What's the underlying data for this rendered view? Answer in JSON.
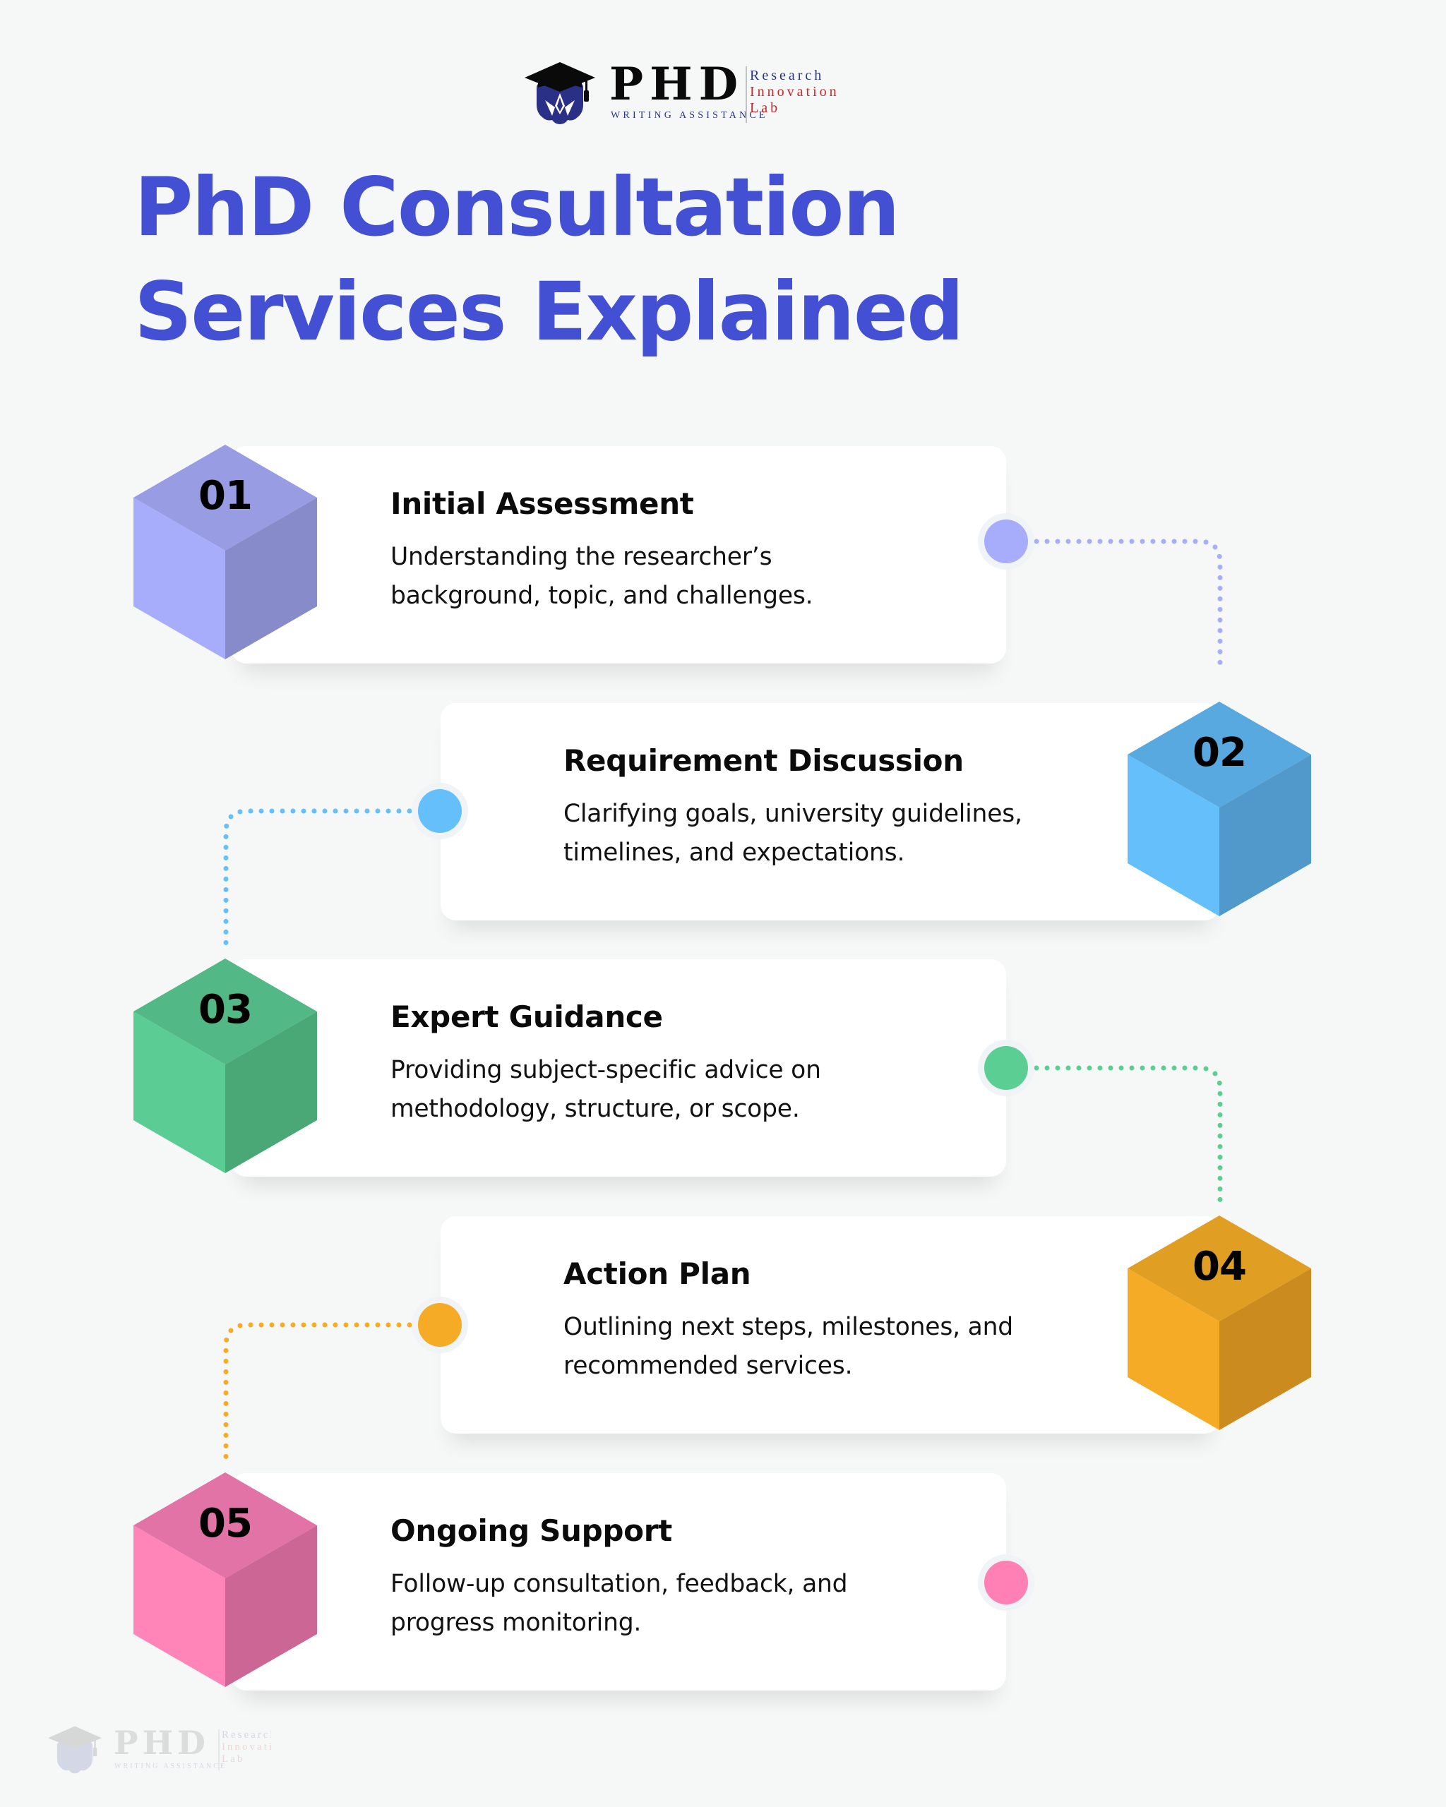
{
  "logo": {
    "brand": "PHD",
    "tagline": "WRITING ASSISTANCE",
    "lab_line1": "Research",
    "lab_line2": "Innovation",
    "lab_line3": "Lab",
    "icon": "graduation-cap-pen-icon"
  },
  "title": {
    "line1": "PhD Consultation",
    "line2": "Services Explained",
    "color": "#4350D3"
  },
  "steps": [
    {
      "number": "01",
      "heading": "Initial Assessment",
      "description": "Understanding the researcher’s background, topic, and challenges.",
      "colors": {
        "top": "#979CE3",
        "left": "#A7ADFA",
        "right": "#878BC9",
        "dot": "#A7ADFA"
      }
    },
    {
      "number": "02",
      "heading": "Requirement Discussion",
      "description": "Clarifying goals, university guidelines, timelines, and expectations.",
      "colors": {
        "top": "#57A9DF",
        "left": "#64BFFA",
        "right": "#5199CA",
        "dot": "#64BFFA"
      }
    },
    {
      "number": "03",
      "heading": "Expert Guidance",
      "description": "Providing subject-specific advice on methodology, structure, or scope.",
      "colors": {
        "top": "#52B886",
        "left": "#5BCC93",
        "right": "#4AA876",
        "dot": "#5BCE93"
      }
    },
    {
      "number": "04",
      "heading": "Action Plan",
      "description": "Outlining next steps, milestones, and recommended services.",
      "colors": {
        "top": "#E09E22",
        "left": "#F5AB25",
        "right": "#CC8B1E",
        "dot": "#F5AB25"
      }
    },
    {
      "number": "05",
      "heading": "Ongoing Support",
      "description": "Follow-up consultation, feedback, and progress monitoring.",
      "colors": {
        "top": "#E273A6",
        "left": "#FF85B8",
        "right": "#CC6694",
        "dot": "#FF80B4"
      }
    }
  ],
  "watermark": {
    "brand": "PHD",
    "tagline": "WRITING ASSISTANCE",
    "lab_line1": "Research",
    "lab_line2": "Innovation",
    "lab_line3": "Lab"
  }
}
